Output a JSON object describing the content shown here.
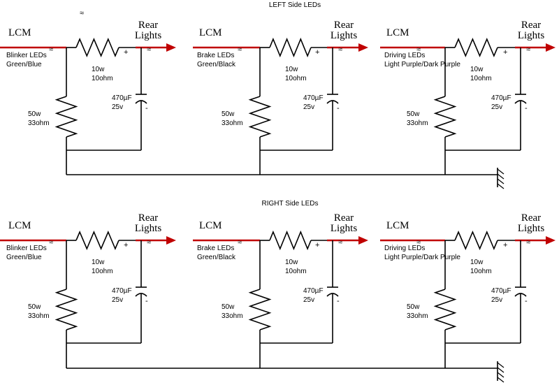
{
  "sections": [
    {
      "title": "LEFT Side LEDs"
    },
    {
      "title": "RIGHT Side LEDs"
    }
  ],
  "circuits": [
    {
      "source": "LCM",
      "load": [
        "Rear",
        "Lights"
      ],
      "signal": [
        "Blinker LEDs",
        "Green/Blue"
      ],
      "series_resistor": [
        "10w",
        "10ohm"
      ],
      "shunt_resistor": [
        "50w",
        "33ohm"
      ],
      "capacitor": [
        "470µF",
        "25v"
      ]
    },
    {
      "source": "LCM",
      "load": [
        "Rear",
        "Lights"
      ],
      "signal": [
        "Brake LEDs",
        "Green/Black"
      ],
      "series_resistor": [
        "10w",
        "10ohm"
      ],
      "shunt_resistor": [
        "50w",
        "33ohm"
      ],
      "capacitor": [
        "470µF",
        "25v"
      ]
    },
    {
      "source": "LCM",
      "load": [
        "Rear",
        "Lights"
      ],
      "signal": [
        "Driving LEDs",
        "Light Purple/Dark Purple"
      ],
      "series_resistor": [
        "10w",
        "10ohm"
      ],
      "shunt_resistor": [
        "50w",
        "33ohm"
      ],
      "capacitor": [
        "470µF",
        "25v"
      ]
    }
  ],
  "symbols": {
    "plus": "+",
    "minus": "-",
    "break": "≈"
  },
  "colors": {
    "signal_arrow": "#c00000",
    "wire": "#000000"
  }
}
